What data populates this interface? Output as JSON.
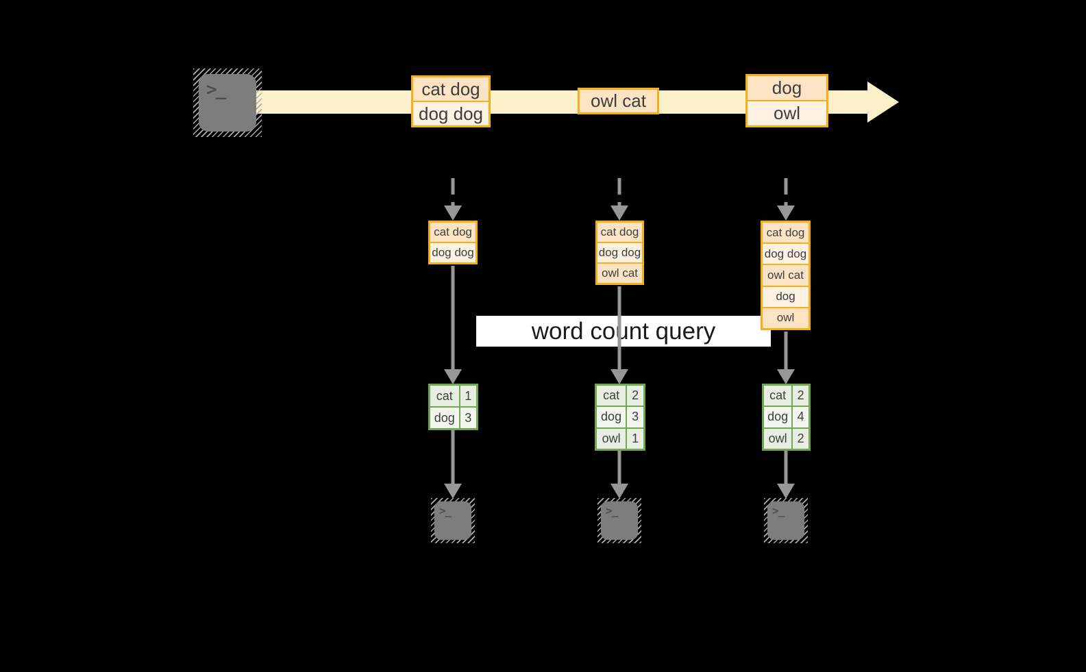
{
  "colors": {
    "bg": "#000000",
    "gold": "#F5AF1C",
    "peach": "#FCE3C4",
    "cream": "#FDF2E2",
    "band": "#FCF0CA",
    "green": "#6FA850",
    "celldark": "#E8EFE2",
    "celllight": "#F3F6EF",
    "arrow": "#979797",
    "querybg": "#FFFFFF",
    "querytext": "#1A1A1A",
    "boxtext": "#3E3E3E",
    "termbody": "#7D7D7D",
    "termglyph": "#4E4E4E"
  },
  "terminal_glyph": ">_",
  "query_label": "word count query",
  "stream": {
    "batches": [
      {
        "rows": [
          "cat dog",
          "dog dog"
        ]
      },
      {
        "rows": [
          "owl cat"
        ]
      },
      {
        "rows": [
          "dog",
          "owl"
        ]
      }
    ]
  },
  "columns": [
    {
      "state_rows": [
        "cat dog",
        "dog dog"
      ],
      "counts": [
        {
          "word": "cat",
          "count": "1"
        },
        {
          "word": "dog",
          "count": "3"
        }
      ]
    },
    {
      "state_rows": [
        "cat dog",
        "dog dog",
        "owl cat"
      ],
      "counts": [
        {
          "word": "cat",
          "count": "2"
        },
        {
          "word": "dog",
          "count": "3"
        },
        {
          "word": "owl",
          "count": "1"
        }
      ]
    },
    {
      "state_rows": [
        "cat dog",
        "dog dog",
        "owl cat",
        "dog",
        "owl"
      ],
      "counts": [
        {
          "word": "cat",
          "count": "2"
        },
        {
          "word": "dog",
          "count": "4"
        },
        {
          "word": "owl",
          "count": "2"
        }
      ]
    }
  ]
}
